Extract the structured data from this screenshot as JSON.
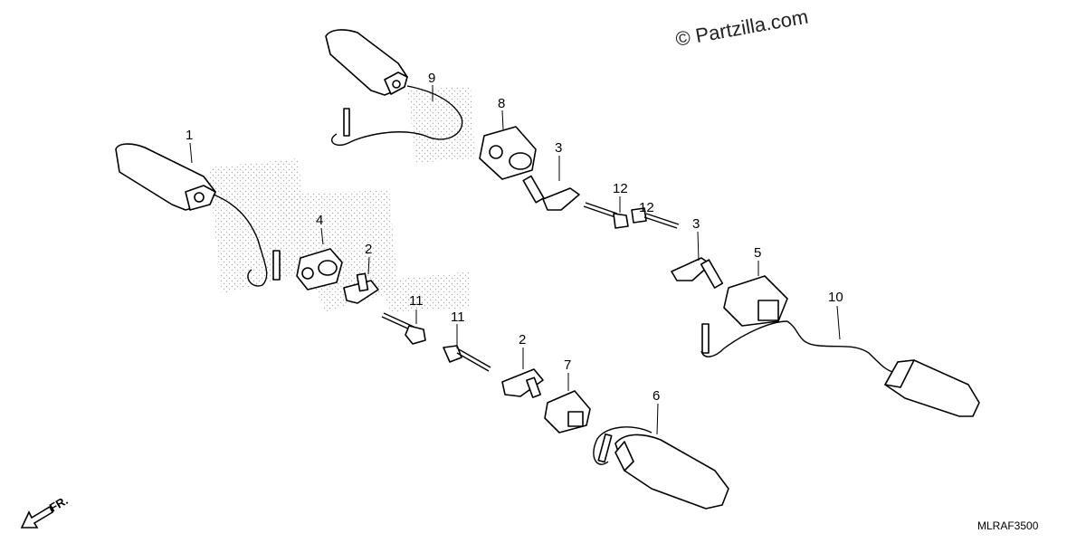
{
  "watermark": "© Partzilla.com",
  "diagram_code": "MLRAF3500",
  "front_label": "FR.",
  "callouts": {
    "c1": "1",
    "c2a": "2",
    "c2b": "2",
    "c3a": "3",
    "c3b": "3",
    "c4": "4",
    "c5": "5",
    "c6": "6",
    "c7": "7",
    "c8": "8",
    "c9": "9",
    "c10": "10",
    "c11a": "11",
    "c11b": "11",
    "c12a": "12",
    "c12b": "12"
  }
}
